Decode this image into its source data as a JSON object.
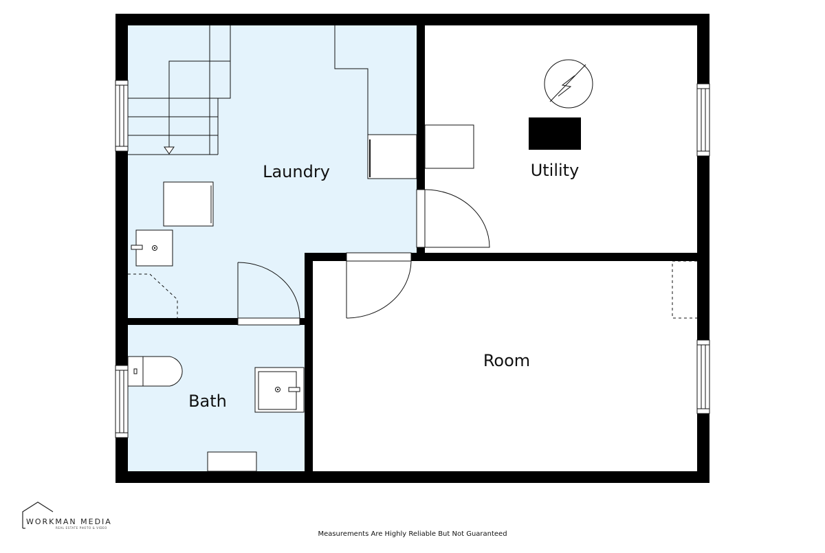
{
  "rooms": {
    "laundry": "Laundry",
    "utility": "Utility",
    "bath": "Bath",
    "room": "Room"
  },
  "brand": {
    "name": "WORKMAN MEDIA",
    "tagline": "REAL ESTATE PHOTO & VIDEO"
  },
  "footer": {
    "disclaimer": "Measurements Are Highly Reliable But Not Guaranteed"
  },
  "colors": {
    "wet_room_fill": "#e4f3fc",
    "wall": "#000000",
    "background": "#ffffff"
  }
}
